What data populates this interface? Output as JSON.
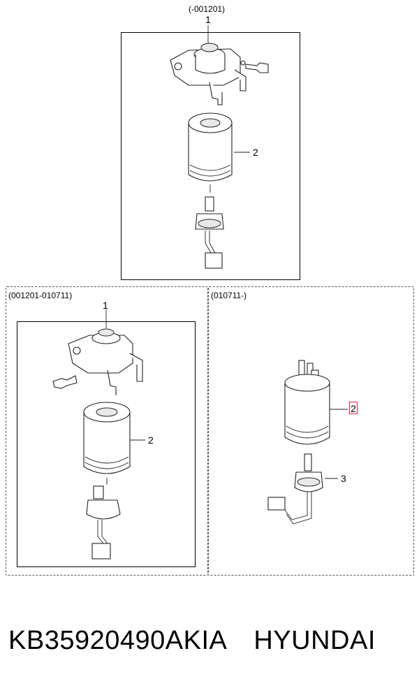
{
  "sections": {
    "top": {
      "range": "(-001201)",
      "callouts": [
        "1",
        "2"
      ]
    },
    "left": {
      "range": "(001201-010711)",
      "callouts": [
        "1",
        "2"
      ]
    },
    "right": {
      "range": "(010711-)",
      "callouts": [
        "2",
        "3"
      ]
    }
  },
  "footer": {
    "part_number": "KB35920490AKIA",
    "brand": "HYUNDAI"
  },
  "highlight_color": "#e0203a"
}
